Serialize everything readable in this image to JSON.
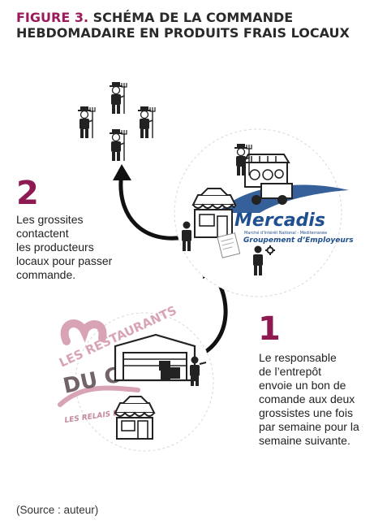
{
  "figure": {
    "label": "FIGURE 3.",
    "title_line1": "SCHÉMA DE LA COMMANDE",
    "title_line2": "HEBDOMADAIRE EN PRODUITS FRAIS LOCAUX"
  },
  "steps": [
    {
      "number": "1",
      "text": "Le responsable\nde l’entrepôt\nenvoie un bon de\ncomande aux deux\ngrossistes une fois\npar semaine pour la\nsemaine suivante."
    },
    {
      "number": "2",
      "text": "Les grossites\ncontactent\nles producteurs\nlocaux pour passer\ncommande."
    }
  ],
  "logos": {
    "mercadis_name": "Mercadis",
    "mercadis_sub": "Marché d’Intérêt National - Méditerranée",
    "mercadis_group": "Groupement d’Employeurs",
    "restos_line1": "LES RESTAURANTS",
    "restos_line2": "DU CŒUR",
    "restos_line3": "LES RELAIS DU CŒUR"
  },
  "source": "(Source : auteur)",
  "colors": {
    "accent": "#8e1a52",
    "mercadis_blue": "#1f4f8f",
    "restos_pink": "#d9a3b6"
  }
}
